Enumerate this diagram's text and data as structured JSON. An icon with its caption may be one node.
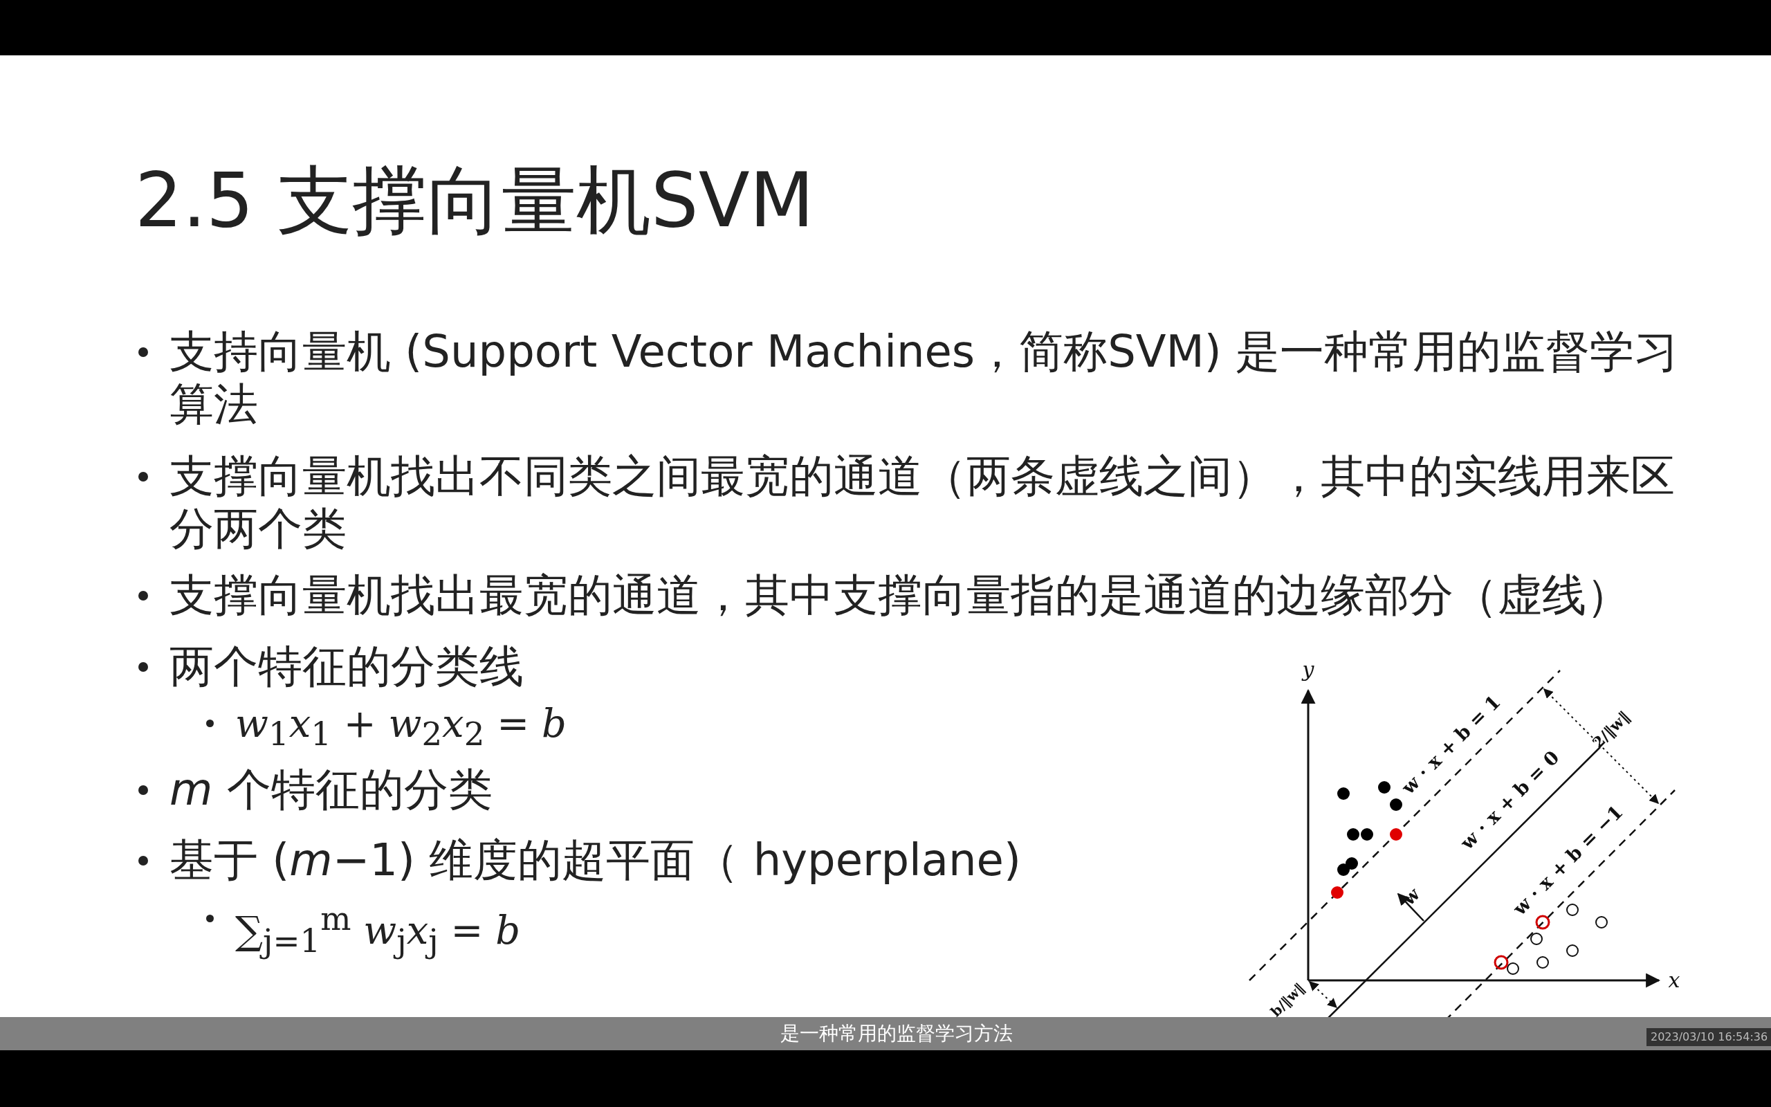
{
  "diagram": {
    "title": "2.5 支撑向量机SVM",
    "labels": [
      "支持向量机 (Support Vector Machines，简称SVM) 是一种常用的监督学习算法",
      "支撑向量机找出不同类之间最宽的通道（两条虚线之间），其中的实线用来区分两个类",
      "支撑向量机找出最宽的通道，其中支撑向量指的是通道的边缘部分（虚线）",
      "两个特征的分类线",
      "*w*$_{1}$*x*$_{1}$ + *w*$_{2}$*x*$_{2}$ = *b*",
      "*m* 个特征的分类",
      "基于 (*m*−1) 维度的超平面（ hyperplane)",
      "∑$_{j=1}$$^{m}$ *w*$_{j}$*x*$_{j}$ = *b*",
      "y",
      "x",
      "w · x + b = 1",
      "w · x + b = 0",
      "w · x + b = −1",
      "w",
      "2/‖w‖",
      "b/‖w‖",
      "是一种常用的监督学习方法",
      "2023/03/10 16:54:36"
    ]
  }
}
